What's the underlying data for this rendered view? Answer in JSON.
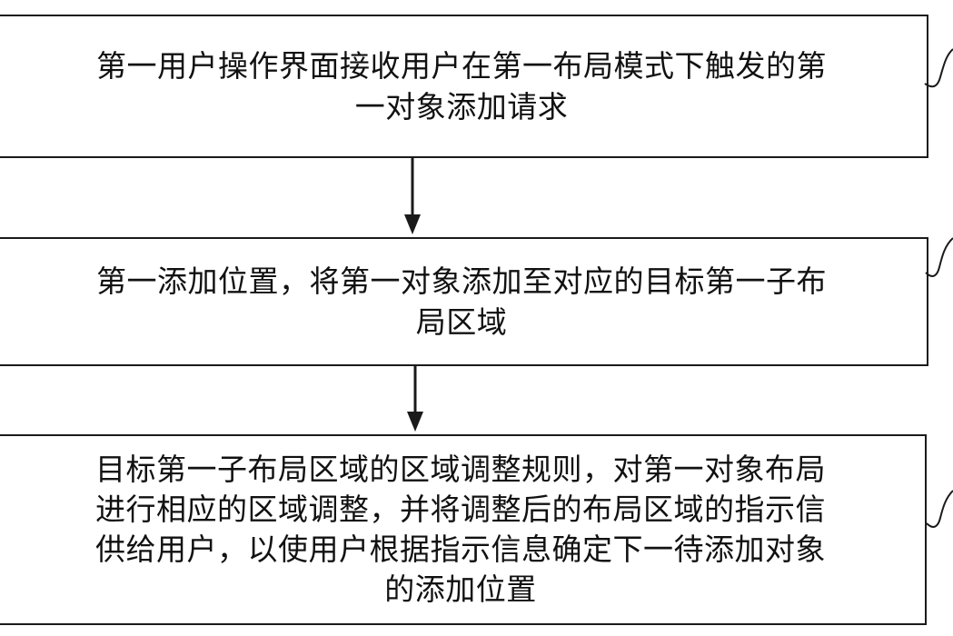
{
  "steps": [
    {
      "id": "step-1",
      "lines": [
        "第一用户操作界面接收用户在第一布局模式下触发的第",
        "一对象添加请求"
      ]
    },
    {
      "id": "step-2",
      "lines": [
        "第一添加位置，将第一对象添加至对应的目标第一子布",
        "局区域"
      ]
    },
    {
      "id": "step-3",
      "lines": [
        "目标第一子布局区域的区域调整规则，对第一对象布局",
        "进行相应的区域调整，并将调整后的布局区域的指示信",
        "供给用户，以使用户根据指示信息确定下一待添加对象",
        "的添加位置"
      ]
    }
  ],
  "colors": {
    "stroke": "#1a1a1a",
    "text": "#111111",
    "background": "#ffffff"
  }
}
